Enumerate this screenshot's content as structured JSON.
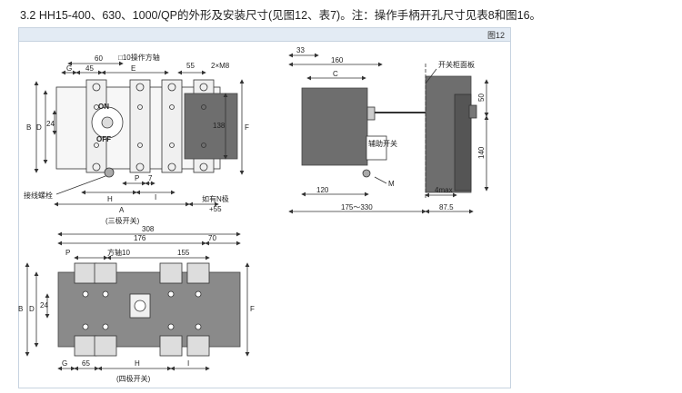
{
  "heading": "3.2 HH15-400、630、1000/QP的外形及安装尺寸(见图12、表7)。注：操作手柄开孔尺寸见表8和图16。",
  "figure_label": "图12",
  "front_view": {
    "dims": {
      "w60": "60",
      "g": "G",
      "w45": "45",
      "e": "E",
      "shaft": "□10操作方轴",
      "w55": "55",
      "screw": "2×M8",
      "b": "B",
      "d": "D",
      "w24": "24",
      "w138": "138",
      "f": "F",
      "p": "P",
      "w7": "7",
      "h": "H",
      "i": "I",
      "a": "A",
      "n_pole": "如有N极",
      "plus55": "+55"
    },
    "on_label": "ON",
    "off_label": "OFF",
    "terminal_screw": "接线螺栓",
    "caption": "(三极开关)"
  },
  "side_view": {
    "dims": {
      "w33": "33",
      "w160": "160",
      "c": "C",
      "panel": "开关柜面板",
      "w50": "50",
      "w140": "140",
      "aux": "辅助开关",
      "m": "M",
      "w120": "120",
      "w4max": "4max",
      "range": "175～330",
      "w87": "87.5"
    }
  },
  "bottom_view": {
    "dims": {
      "w308": "308",
      "w176": "176",
      "w70": "70",
      "p": "P",
      "shaft10": "方轴10",
      "w155": "155",
      "b": "B",
      "d": "D",
      "w24": "24",
      "f": "F",
      "g": "G",
      "w65": "65",
      "h": "H",
      "i": "I"
    },
    "caption": "(四极开关)"
  }
}
